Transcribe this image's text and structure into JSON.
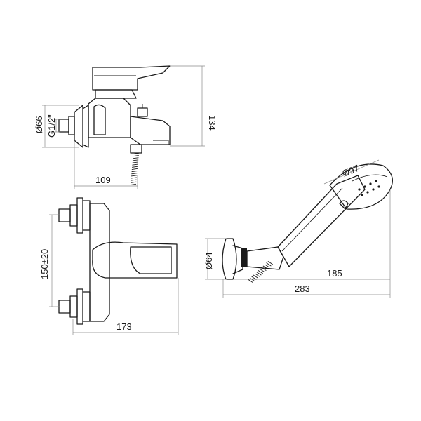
{
  "diagram": {
    "labels": {
      "d66": "Ø66",
      "thread": "G1/2\"",
      "h134": "134",
      "w109": "109",
      "c150": "150±20",
      "w173": "173",
      "d97": "Ø97",
      "d64": "Ø64",
      "l185": "185",
      "l283": "283"
    }
  }
}
